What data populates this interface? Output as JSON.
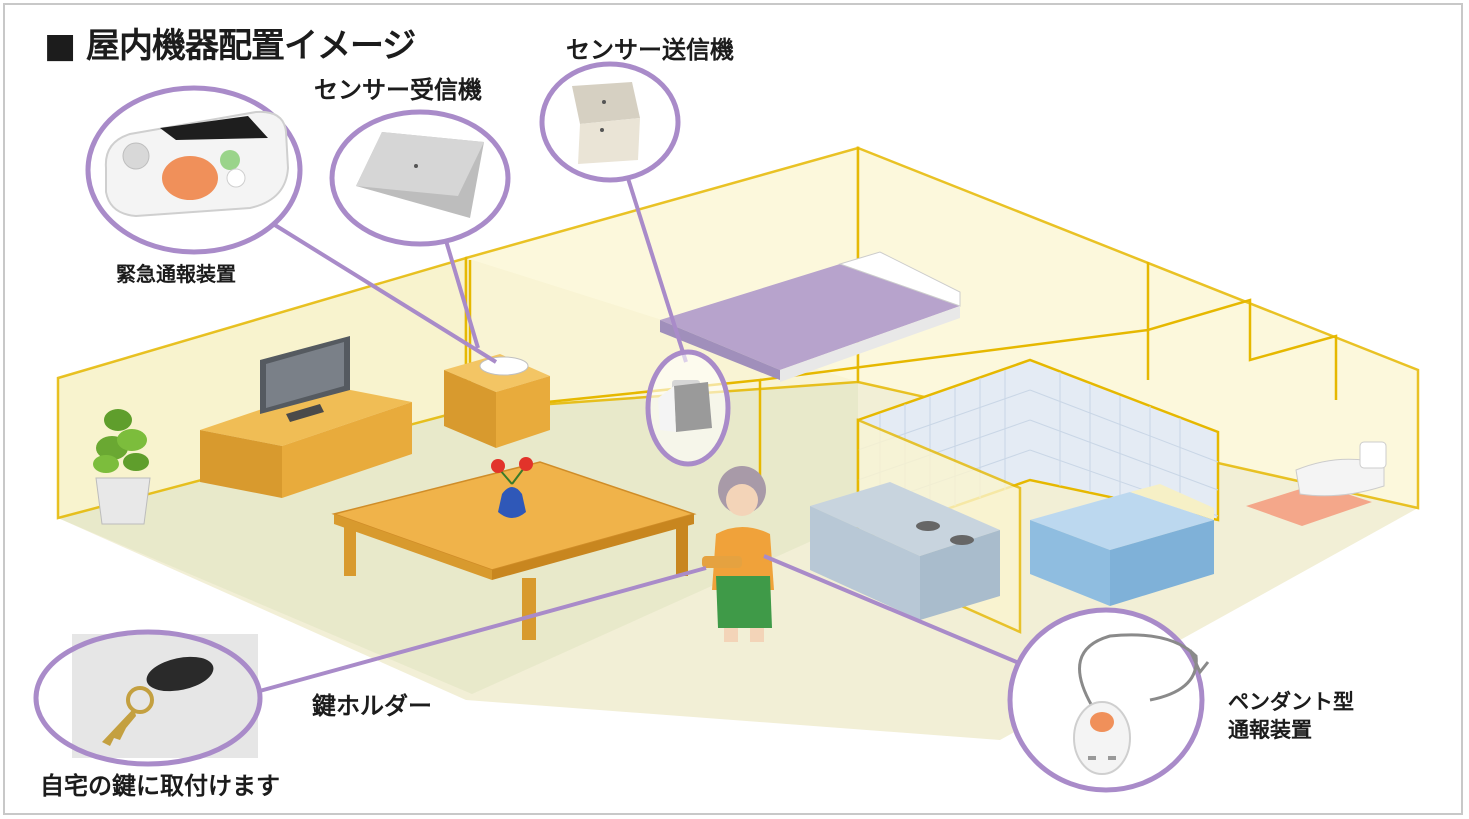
{
  "title": "■ 屋内機器配置イメージ",
  "labels": {
    "sensor_receiver": "センサー受信機",
    "sensor_transmitter": "センサー送信機",
    "emergency_device": "緊急通報装置",
    "key_holder": "鍵ホルダー",
    "attach_note": "自宅の鍵に取付けます",
    "pendant_line1": "ペンダント型",
    "pendant_line2": "通報装置"
  },
  "colors": {
    "wall_outline": "#e6b800",
    "wall_fill": "#fbf5cf",
    "callout_circle": "#a98bc9",
    "furniture_wood": "#e3a63a",
    "bed_cover": "#b7a3cc",
    "tile": "#dfe8f2",
    "bathtub": "#9cc4e6",
    "emergency_button": "#f0905a"
  },
  "icons": [
    "tv-icon",
    "plant-icon",
    "bed-icon",
    "table-icon",
    "vase-icon",
    "elderly-person-icon",
    "kitchen-icon",
    "bathtub-icon",
    "toilet-icon",
    "key-icon",
    "pendant-icon",
    "emergency-device-icon",
    "sensor-receiver-icon",
    "sensor-transmitter-icon"
  ]
}
